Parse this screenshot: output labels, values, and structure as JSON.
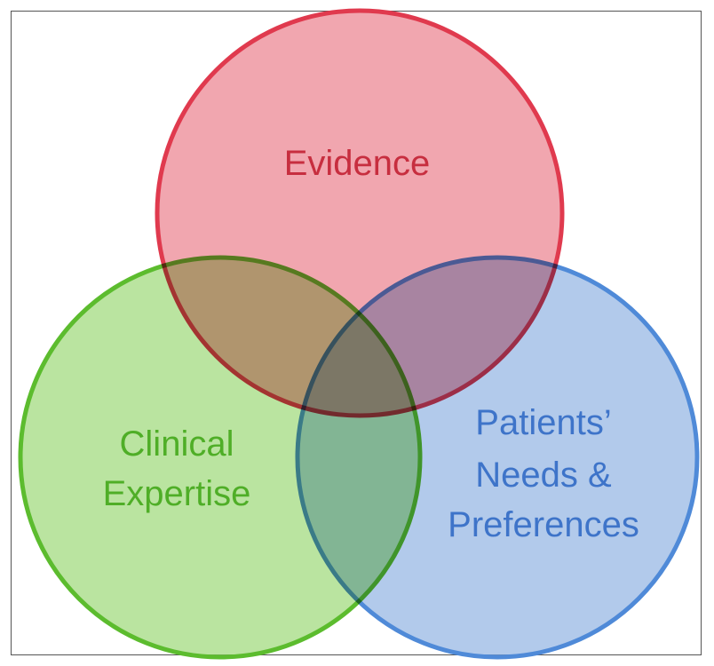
{
  "diagram": {
    "type": "venn",
    "circles": [
      {
        "id": "evidence",
        "lines": [
          "Evidence"
        ],
        "fill": "#e8707e",
        "stroke": "#e03a4e",
        "text_color": "#c72e3f"
      },
      {
        "id": "clinical",
        "lines": [
          "Clinical",
          "Expertise"
        ],
        "fill": "#8fd466",
        "stroke": "#5cbc2e",
        "text_color": "#4fae27"
      },
      {
        "id": "patients",
        "lines": [
          "Patients’",
          "Needs &",
          "Preferences"
        ],
        "fill": "#82aadf",
        "stroke": "#4f8ad8",
        "text_color": "#3e74c9"
      }
    ]
  }
}
